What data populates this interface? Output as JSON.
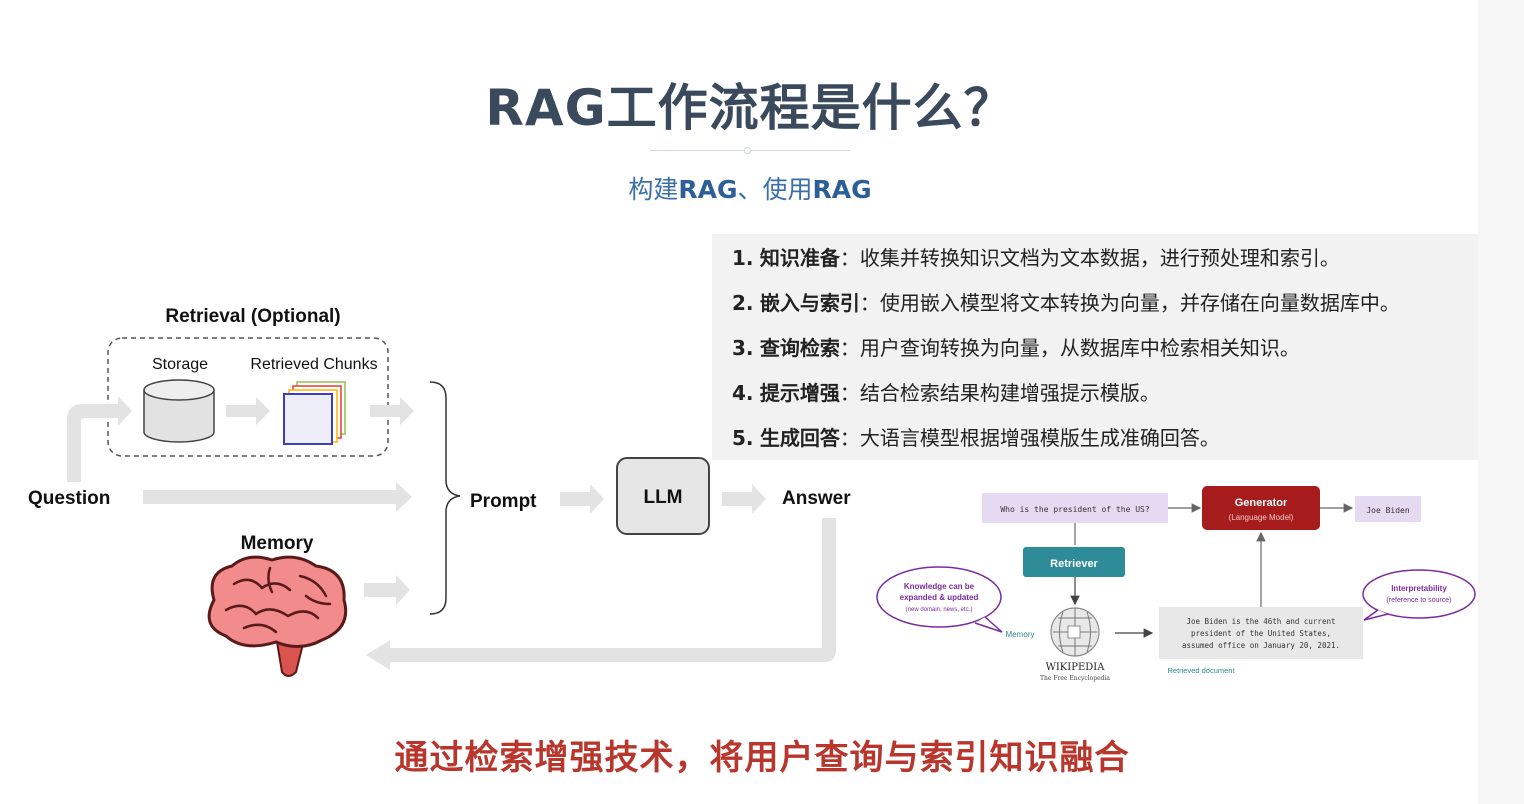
{
  "title": "RAG工作流程是什么？",
  "subtitle": {
    "part1": "构建",
    "rag1": "RAG",
    "sep": "、使用",
    "rag2": "RAG"
  },
  "steps": [
    {
      "num": "1.",
      "head": "知识准备",
      "text": "：收集并转换知识文档为文本数据，进行预处理和索引。"
    },
    {
      "num": "2.",
      "head": "嵌入与索引",
      "text": "：使用嵌入模型将文本转换为向量，并存储在向量数据库中。"
    },
    {
      "num": "3.",
      "head": "查询检索",
      "text": "：用户查询转换为向量，从数据库中检索相关知识。"
    },
    {
      "num": "4.",
      "head": "提示增强",
      "text": "：结合检索结果构建增强提示模版。"
    },
    {
      "num": "5.",
      "head": "生成回答",
      "text": "：大语言模型根据增强模版生成准确回答。"
    }
  ],
  "flow": {
    "retrieval_label": "Retrieval (Optional)",
    "storage_label": "Storage",
    "chunks_label": "Retrieved Chunks",
    "question_label": "Question",
    "memory_label": "Memory",
    "prompt_label": "Prompt",
    "llm_label": "LLM",
    "answer_label": "Answer"
  },
  "mini": {
    "query": "Who is the president of the US?",
    "generator": "Generator",
    "generator_sub": "(Language Model)",
    "answer": "Joe Biden",
    "retriever": "Retriever",
    "bubble_left_1": "Knowledge can be",
    "bubble_left_2": "expanded & updated",
    "bubble_left_3": "(new domain, news, etc.)",
    "memory": "Memory",
    "wiki_1": "WIKIPEDIA",
    "wiki_2": "The Free Encyclopedia",
    "doc_1": "Joe Biden is the 46th and current",
    "doc_2": "president of the United States,",
    "doc_3": "assumed office on January 20, 2021.",
    "doc_label": "Retrieved document",
    "bubble_right_1": "Interpretability",
    "bubble_right_2": "(reference to source)"
  },
  "caption": "通过检索增强技术，将用户查询与索引知识融合",
  "colors": {
    "title": "#3a4a5c",
    "subtitle": "#3a6fa8",
    "caption": "#b8362c",
    "generator": "#a61c1c",
    "retriever": "#2e8c99",
    "bubble": "#7a2a9e",
    "query_box": "#e6d9f2"
  }
}
